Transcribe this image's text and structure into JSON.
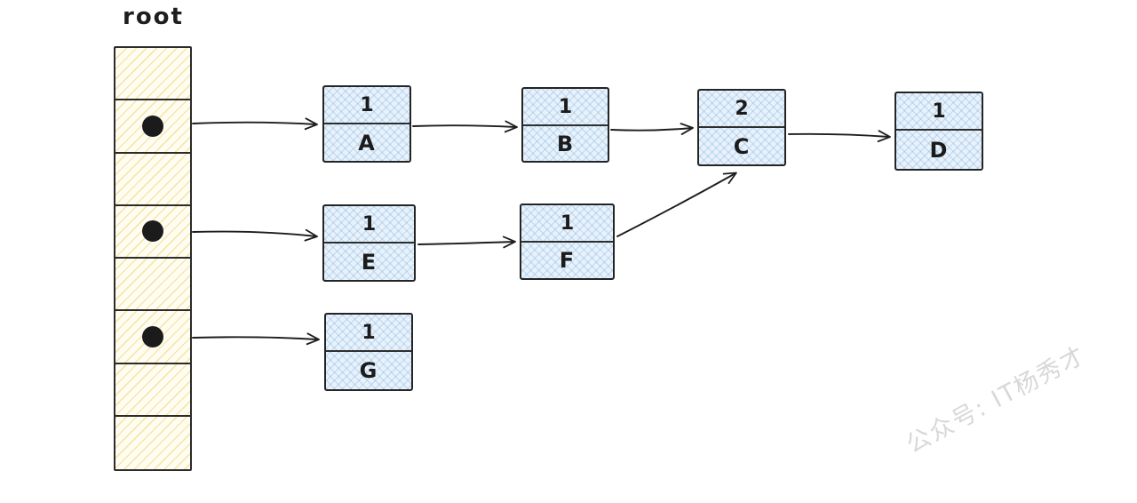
{
  "diagram": {
    "root_label": "root",
    "array": {
      "cell_count": 8,
      "pointer_cell_indexes": [
        1,
        3,
        5
      ]
    },
    "nodes": [
      {
        "id": "A",
        "count": "1",
        "label": "A"
      },
      {
        "id": "B",
        "count": "1",
        "label": "B"
      },
      {
        "id": "C",
        "count": "2",
        "label": "C"
      },
      {
        "id": "D",
        "count": "1",
        "label": "D"
      },
      {
        "id": "E",
        "count": "1",
        "label": "E"
      },
      {
        "id": "F",
        "count": "1",
        "label": "F"
      },
      {
        "id": "G",
        "count": "1",
        "label": "G"
      }
    ],
    "edges": [
      "root[1] -> A",
      "A -> B",
      "B -> C",
      "C -> D",
      "root[3] -> E",
      "E -> F",
      "F -> C",
      "root[5] -> G"
    ],
    "colors": {
      "node_fill": "#e9f2fb",
      "node_hatch": "#7ab0dd",
      "array_fill": "#fffdf2",
      "array_hatch": "#f0d376",
      "stroke": "#1e1e1e",
      "watermark": "#d8d8d8"
    }
  },
  "watermark": {
    "text": "公众号: IT杨秀才"
  }
}
